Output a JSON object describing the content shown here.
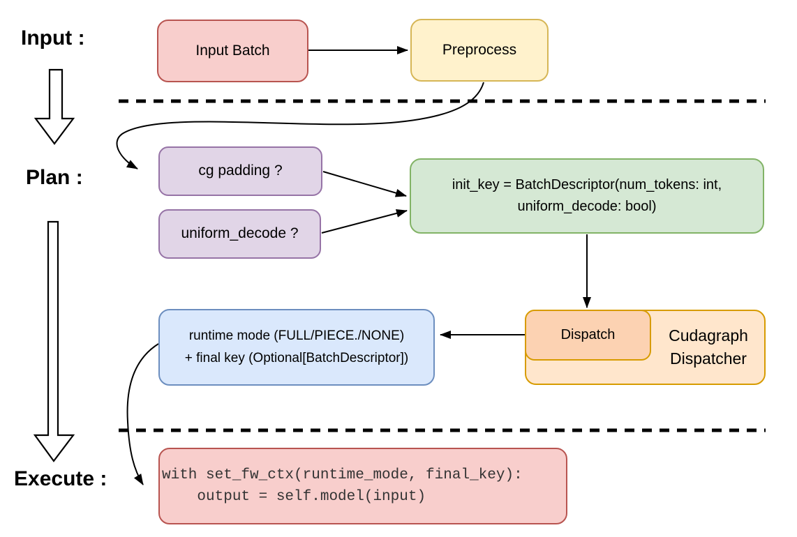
{
  "diagram": {
    "title_context": "cudagraph dispatch pipeline flowchart",
    "stage_labels": {
      "input": "Input :",
      "plan": "Plan :",
      "execute": "Execute :"
    },
    "nodes": {
      "input_batch": {
        "label": "Input Batch"
      },
      "preprocess": {
        "label": "Preprocess"
      },
      "cg_padding": {
        "label": "cg padding ?"
      },
      "uniform_decode": {
        "label": "uniform_decode ?"
      },
      "init_key": {
        "line1": "init_key = BatchDescriptor(num_tokens: int,",
        "line2": "uniform_decode: bool)"
      },
      "runtime_mode": {
        "line1": "runtime mode (FULL/PIECE./NONE)",
        "line2": "+ final key (Optional[BatchDescriptor])"
      },
      "dispatch": {
        "label": "Dispatch"
      },
      "cudagraph_dispatcher": {
        "line1": "Cudagraph",
        "line2": "Dispatcher"
      },
      "execute_code": {
        "line1": "with set_fw_ctx(runtime_mode, final_key):",
        "line2": "    output = self.model(input)"
      }
    },
    "colors": {
      "red_fill": "#F8CECC",
      "red_border": "#B85450",
      "yellow_fill": "#FFF2CC",
      "yellow_border": "#D6B656",
      "purple_fill": "#E1D5E7",
      "purple_border": "#9673A6",
      "green_fill": "#D5E8D4",
      "green_border": "#82B366",
      "blue_fill": "#DAE8FC",
      "blue_border": "#6C8EBF",
      "orange_fill": "#FFE6CC",
      "orange_border": "#D79B00",
      "dispatch_inner_fill": "#FCD2B2",
      "connector": "#000000",
      "code_text": "#333333"
    }
  }
}
